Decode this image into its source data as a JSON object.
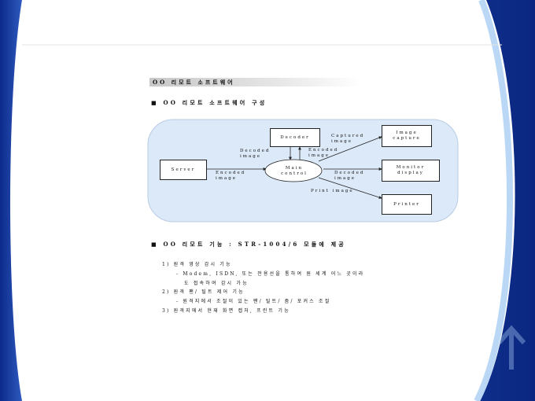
{
  "slide": {
    "title": "OO 리모트 소프트웨어",
    "section1_heading": "■ OO 리모트 소프트웨어 구성",
    "section2_heading": "■ OO 리모트 기능 : STR-1004/6 모듈에 제공",
    "items": [
      "1) 원격 영상 감시 기능",
      "- Modem, ISDN, 또는 전용선을 통하여 원 세계 어느 곳이라",
      "도 접속하여 감시 가능",
      "2) 원격 팬/ 틸트 제어 기능",
      "- 원격지에서 조절이 있는 팬/ 틸트/ 줌/ 포커스 조절",
      "3) 원격지에서 현재 화면 캡처, 프린트 기능"
    ]
  },
  "diagram": {
    "server": "Server",
    "decoder": "Decoder",
    "main_control": "Main\ncontrol",
    "image_capture": "Image\ncapture",
    "monitor_display": "Monitor\ndisplay",
    "printer": "Printer",
    "lbl_decoded": "Decoded\nimage",
    "lbl_encoded_top": "Encoded\nimage",
    "lbl_captured": "Captured\nimage",
    "lbl_encoded_left": "Encoded\nimage",
    "lbl_decoded_right": "Decoded\nimage",
    "lbl_print": "Print image"
  },
  "colors": {
    "diagram_fill": "#dbe9f8",
    "background_blue": "#1d3fa0"
  }
}
